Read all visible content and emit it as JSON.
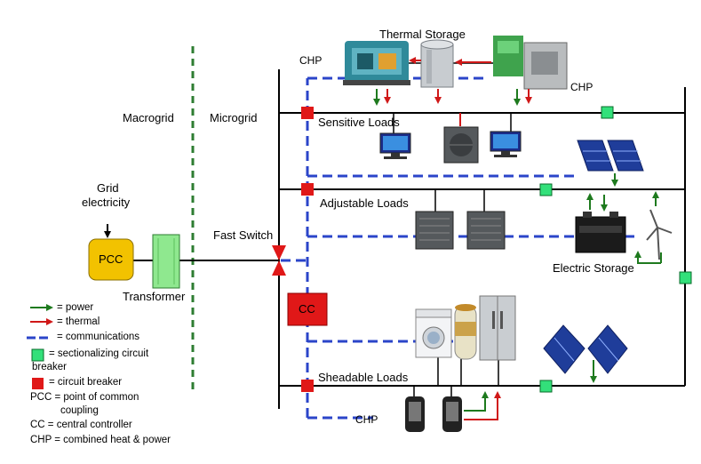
{
  "labels": {
    "macrogrid": "Macrogrid",
    "microgrid": "Microgrid",
    "grid_electricity": [
      "Grid",
      "electricity"
    ],
    "pcc": "PCC",
    "transformer": "Transformer",
    "fast_switch": "Fast Switch",
    "cc": "CC",
    "chp_top_left": "CHP",
    "thermal_storage": "Thermal Storage",
    "chp_top_right": "CHP",
    "sensitive_loads": "Sensitive Loads",
    "adjustable_loads": "Adjustable Loads",
    "electric_storage": "Electric Storage",
    "sheadable_loads": "Sheadable Loads",
    "chp_bottom": "CHP"
  },
  "legend": {
    "power": "= power",
    "thermal": "= thermal",
    "communications": "= communications",
    "sectionalizing_1": "= sectionalizing circuit",
    "sectionalizing_2": "breaker",
    "circuit_breaker": "= circuit breaker",
    "pcc_1": "PCC = point of common",
    "pcc_2": "coupling",
    "cc": "CC = central controller",
    "chp": "CHP = combined heat & power"
  },
  "colors": {
    "power": "#1e7a1e",
    "thermal": "#d01818",
    "communications": "#2b45c9",
    "sectionalizing": "#33e07a",
    "circuit_breaker": "#e01818",
    "pcc_fill": "#f2c200",
    "transformer_fill": "#8fe88f",
    "boundary_dash": "#2e7d32"
  }
}
